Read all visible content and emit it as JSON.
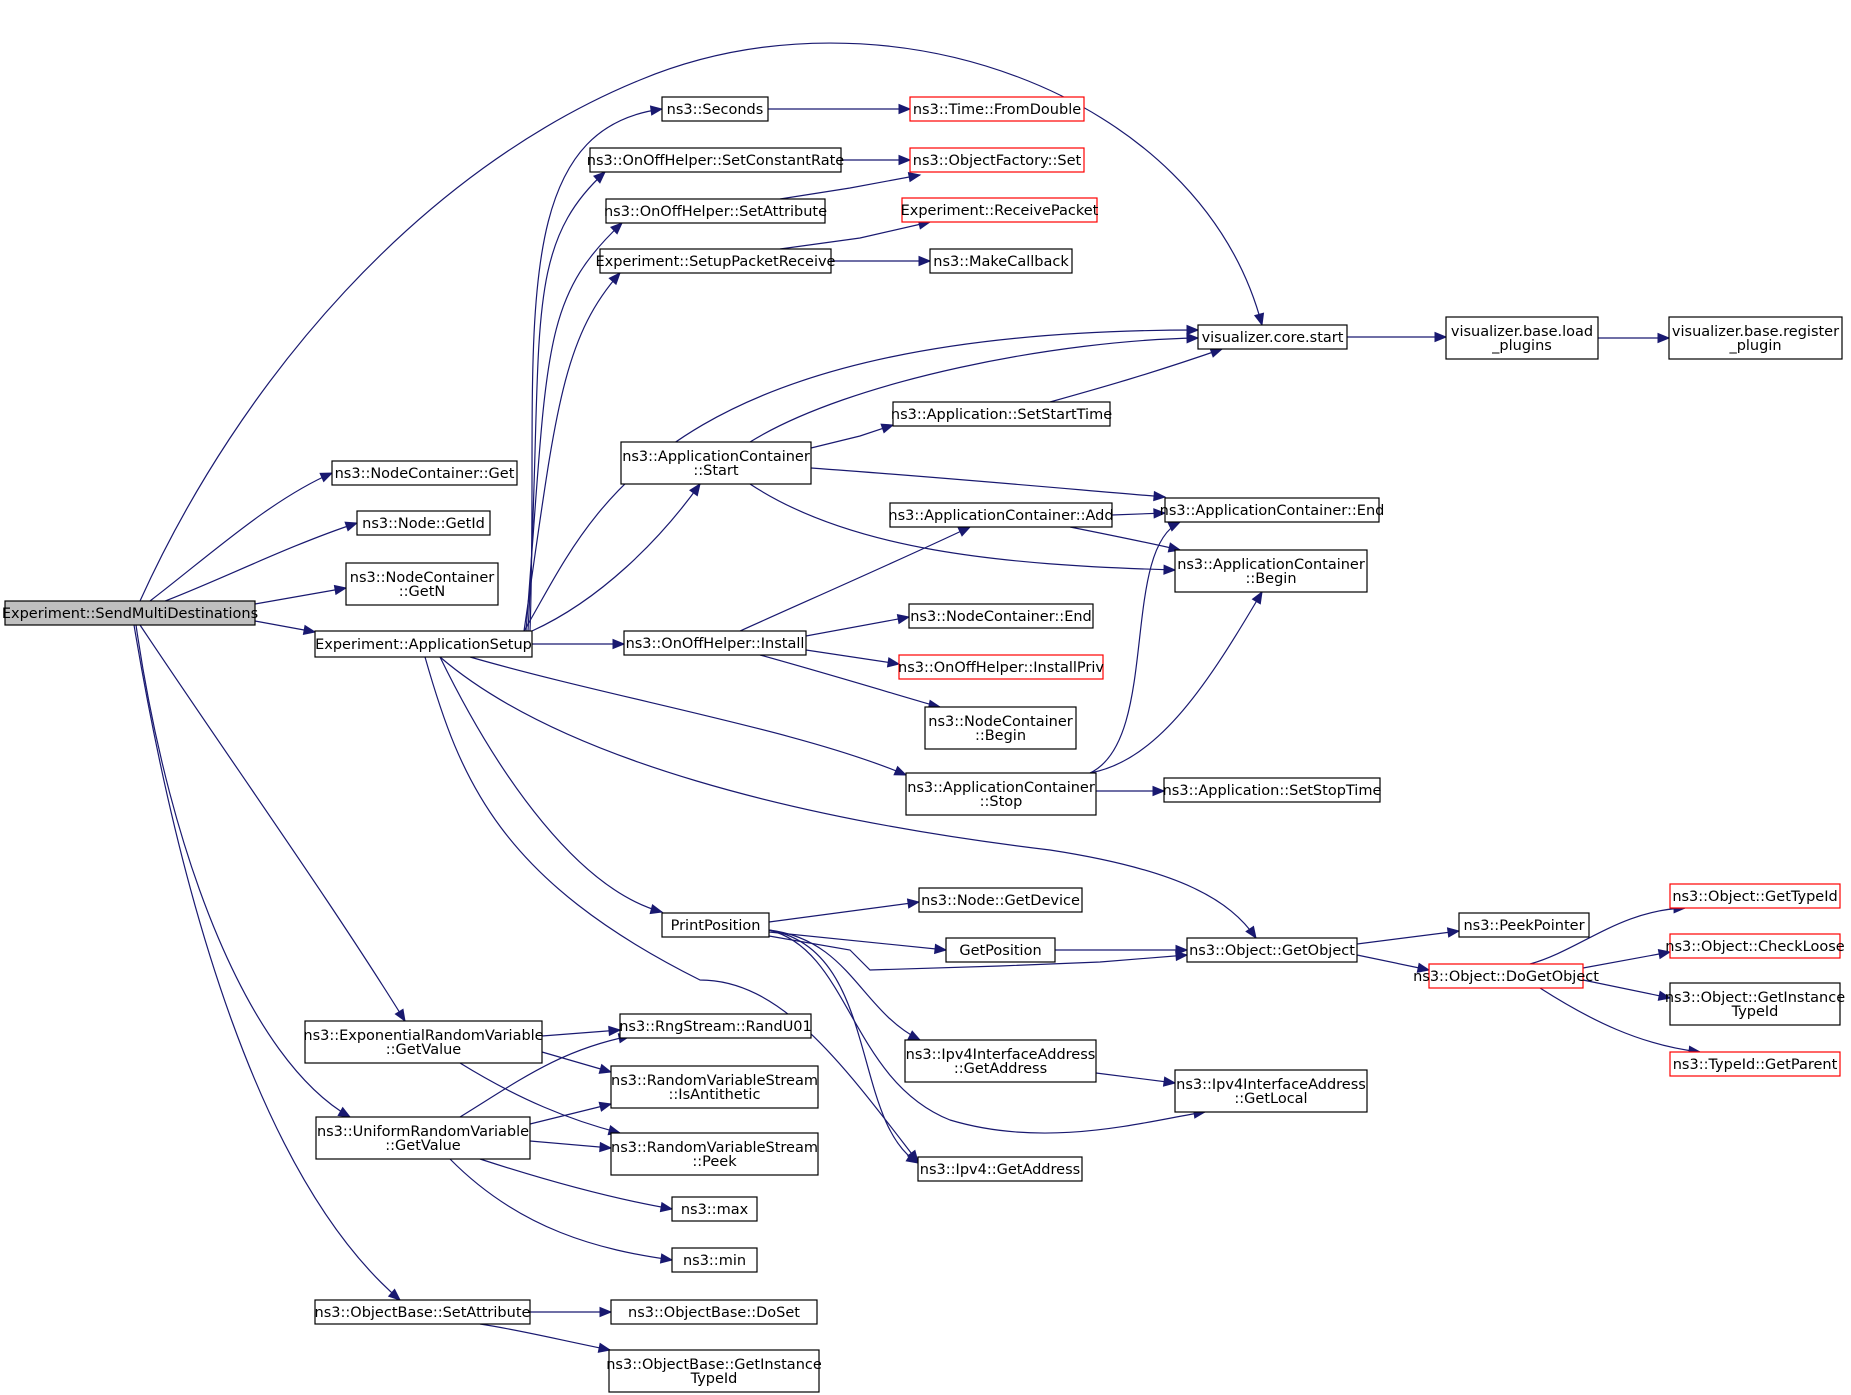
{
  "diagram": {
    "colors": {
      "edge": "#191970",
      "root_fill": "#bfbfbf",
      "node_border": "#000000",
      "incomplete_node_border": "#ff0000"
    },
    "nodes": [
      {
        "id": "n0",
        "lines": [
          "Experiment::SendMultiDestinations"
        ],
        "style": "root"
      },
      {
        "id": "n1",
        "lines": [
          "ns3::NodeContainer::Get"
        ],
        "style": "normal"
      },
      {
        "id": "n2",
        "lines": [
          "ns3::Node::GetId"
        ],
        "style": "normal"
      },
      {
        "id": "n3",
        "lines": [
          "ns3::NodeContainer",
          "::GetN"
        ],
        "style": "normal"
      },
      {
        "id": "n4",
        "lines": [
          "Experiment::ApplicationSetup"
        ],
        "style": "normal"
      },
      {
        "id": "n5",
        "lines": [
          "ns3::Seconds"
        ],
        "style": "normal"
      },
      {
        "id": "n6",
        "lines": [
          "ns3::Time::FromDouble"
        ],
        "style": "red"
      },
      {
        "id": "n7",
        "lines": [
          "ns3::OnOffHelper::SetConstantRate"
        ],
        "style": "normal"
      },
      {
        "id": "n8",
        "lines": [
          "ns3::ObjectFactory::Set"
        ],
        "style": "red"
      },
      {
        "id": "n9",
        "lines": [
          "ns3::OnOffHelper::SetAttribute"
        ],
        "style": "normal"
      },
      {
        "id": "n10",
        "lines": [
          "Experiment::ReceivePacket"
        ],
        "style": "red"
      },
      {
        "id": "n11",
        "lines": [
          "Experiment::SetupPacketReceive"
        ],
        "style": "normal"
      },
      {
        "id": "n12",
        "lines": [
          "ns3::MakeCallback"
        ],
        "style": "normal"
      },
      {
        "id": "n13",
        "lines": [
          "visualizer.core.start"
        ],
        "style": "normal"
      },
      {
        "id": "n14",
        "lines": [
          "visualizer.base.load",
          "_plugins"
        ],
        "style": "normal"
      },
      {
        "id": "n15",
        "lines": [
          "visualizer.base.register",
          "_plugin"
        ],
        "style": "normal"
      },
      {
        "id": "n16",
        "lines": [
          "ns3::Application::SetStartTime"
        ],
        "style": "normal"
      },
      {
        "id": "n17",
        "lines": [
          "ns3::ApplicationContainer",
          "::Start"
        ],
        "style": "normal"
      },
      {
        "id": "n18",
        "lines": [
          "ns3::ApplicationContainer::Add"
        ],
        "style": "normal"
      },
      {
        "id": "n19",
        "lines": [
          "ns3::ApplicationContainer::End"
        ],
        "style": "normal"
      },
      {
        "id": "n20",
        "lines": [
          "ns3::ApplicationContainer",
          "::Begin"
        ],
        "style": "normal"
      },
      {
        "id": "n21",
        "lines": [
          "ns3::OnOffHelper::Install"
        ],
        "style": "normal"
      },
      {
        "id": "n22",
        "lines": [
          "ns3::NodeContainer::End"
        ],
        "style": "normal"
      },
      {
        "id": "n23",
        "lines": [
          "ns3::OnOffHelper::InstallPriv"
        ],
        "style": "red"
      },
      {
        "id": "n24",
        "lines": [
          "ns3::NodeContainer",
          "::Begin"
        ],
        "style": "normal"
      },
      {
        "id": "n25",
        "lines": [
          "ns3::ApplicationContainer",
          "::Stop"
        ],
        "style": "normal"
      },
      {
        "id": "n26",
        "lines": [
          "ns3::Application::SetStopTime"
        ],
        "style": "normal"
      },
      {
        "id": "n27",
        "lines": [
          "PrintPosition"
        ],
        "style": "normal"
      },
      {
        "id": "n28",
        "lines": [
          "ns3::Node::GetDevice"
        ],
        "style": "normal"
      },
      {
        "id": "n29",
        "lines": [
          "GetPosition"
        ],
        "style": "normal"
      },
      {
        "id": "n30",
        "lines": [
          "ns3::Object::GetObject"
        ],
        "style": "normal"
      },
      {
        "id": "n31",
        "lines": [
          "ns3::PeekPointer"
        ],
        "style": "normal"
      },
      {
        "id": "n32",
        "lines": [
          "ns3::Object::DoGetObject"
        ],
        "style": "red"
      },
      {
        "id": "n33",
        "lines": [
          "ns3::Object::GetTypeId"
        ],
        "style": "red"
      },
      {
        "id": "n34",
        "lines": [
          "ns3::Object::CheckLoose"
        ],
        "style": "red"
      },
      {
        "id": "n35",
        "lines": [
          "ns3::Object::GetInstance",
          "TypeId"
        ],
        "style": "normal"
      },
      {
        "id": "n36",
        "lines": [
          "ns3::TypeId::GetParent"
        ],
        "style": "red"
      },
      {
        "id": "n37",
        "lines": [
          "ns3::Ipv4InterfaceAddress",
          "::GetAddress"
        ],
        "style": "normal"
      },
      {
        "id": "n38",
        "lines": [
          "ns3::Ipv4InterfaceAddress",
          "::GetLocal"
        ],
        "style": "normal"
      },
      {
        "id": "n39",
        "lines": [
          "ns3::Ipv4::GetAddress"
        ],
        "style": "normal"
      },
      {
        "id": "n40",
        "lines": [
          "ns3::ExponentialRandomVariable",
          "::GetValue"
        ],
        "style": "normal"
      },
      {
        "id": "n41",
        "lines": [
          "ns3::RngStream::RandU01"
        ],
        "style": "normal"
      },
      {
        "id": "n42",
        "lines": [
          "ns3::RandomVariableStream",
          "::IsAntithetic"
        ],
        "style": "normal"
      },
      {
        "id": "n43",
        "lines": [
          "ns3::UniformRandomVariable",
          "::GetValue"
        ],
        "style": "normal"
      },
      {
        "id": "n44",
        "lines": [
          "ns3::RandomVariableStream",
          "::Peek"
        ],
        "style": "normal"
      },
      {
        "id": "n45",
        "lines": [
          "ns3::max"
        ],
        "style": "normal"
      },
      {
        "id": "n46",
        "lines": [
          "ns3::min"
        ],
        "style": "normal"
      },
      {
        "id": "n47",
        "lines": [
          "ns3::ObjectBase::SetAttribute"
        ],
        "style": "normal"
      },
      {
        "id": "n48",
        "lines": [
          "ns3::ObjectBase::DoSet"
        ],
        "style": "normal"
      },
      {
        "id": "n49",
        "lines": [
          "ns3::ObjectBase::GetInstance",
          "TypeId"
        ],
        "style": "normal"
      }
    ],
    "edges": [
      [
        "n0",
        "n13"
      ],
      [
        "n0",
        "n1"
      ],
      [
        "n0",
        "n2"
      ],
      [
        "n0",
        "n3"
      ],
      [
        "n0",
        "n4"
      ],
      [
        "n0",
        "n40"
      ],
      [
        "n0",
        "n43"
      ],
      [
        "n0",
        "n47"
      ],
      [
        "n4",
        "n5"
      ],
      [
        "n4",
        "n7"
      ],
      [
        "n4",
        "n9"
      ],
      [
        "n4",
        "n11"
      ],
      [
        "n4",
        "n13"
      ],
      [
        "n4",
        "n17"
      ],
      [
        "n4",
        "n21"
      ],
      [
        "n4",
        "n25"
      ],
      [
        "n4",
        "n30"
      ],
      [
        "n4",
        "n27"
      ],
      [
        "n4",
        "n39"
      ],
      [
        "n5",
        "n6"
      ],
      [
        "n7",
        "n8"
      ],
      [
        "n9",
        "n8"
      ],
      [
        "n11",
        "n10"
      ],
      [
        "n11",
        "n12"
      ],
      [
        "n13",
        "n14"
      ],
      [
        "n14",
        "n15"
      ],
      [
        "n17",
        "n13"
      ],
      [
        "n17",
        "n16"
      ],
      [
        "n17",
        "n19"
      ],
      [
        "n17",
        "n20"
      ],
      [
        "n16",
        "n13"
      ],
      [
        "n18",
        "n19"
      ],
      [
        "n18",
        "n20"
      ],
      [
        "n21",
        "n18"
      ],
      [
        "n21",
        "n22"
      ],
      [
        "n21",
        "n23"
      ],
      [
        "n21",
        "n24"
      ],
      [
        "n25",
        "n19"
      ],
      [
        "n25",
        "n20"
      ],
      [
        "n25",
        "n26"
      ],
      [
        "n27",
        "n28"
      ],
      [
        "n27",
        "n29"
      ],
      [
        "n27",
        "n30"
      ],
      [
        "n27",
        "n37"
      ],
      [
        "n27",
        "n38"
      ],
      [
        "n27",
        "n39"
      ],
      [
        "n29",
        "n30"
      ],
      [
        "n30",
        "n31"
      ],
      [
        "n30",
        "n32"
      ],
      [
        "n32",
        "n33"
      ],
      [
        "n32",
        "n34"
      ],
      [
        "n32",
        "n35"
      ],
      [
        "n32",
        "n36"
      ],
      [
        "n37",
        "n38"
      ],
      [
        "n40",
        "n41"
      ],
      [
        "n40",
        "n42"
      ],
      [
        "n40",
        "n44"
      ],
      [
        "n43",
        "n41"
      ],
      [
        "n43",
        "n42"
      ],
      [
        "n43",
        "n44"
      ],
      [
        "n43",
        "n45"
      ],
      [
        "n43",
        "n46"
      ],
      [
        "n47",
        "n48"
      ],
      [
        "n47",
        "n49"
      ]
    ]
  }
}
